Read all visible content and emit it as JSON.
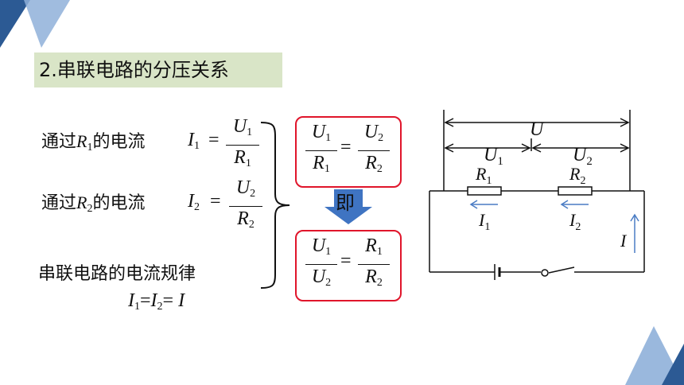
{
  "title": "2.串联电路的分压关系",
  "rows": [
    {
      "prefix": "通过",
      "var": "R",
      "sub": "1",
      "suffix": "的电流",
      "lhs_var": "I",
      "lhs_sub": "1",
      "num": "U",
      "num_sub": "1",
      "den": "R",
      "den_sub": "1"
    },
    {
      "prefix": "通过",
      "var": "R",
      "sub": "2",
      "suffix": "的电流",
      "lhs_var": "I",
      "lhs_sub": "2",
      "num": "U",
      "num_sub": "2",
      "den": "R",
      "den_sub": "2"
    }
  ],
  "law": {
    "label": "串联电路的电流规律",
    "I": "I",
    "s1": "1",
    "s2": "2",
    "eq": "=",
    "eq2": "="
  },
  "box1": {
    "l_num": "U",
    "l_num_sub": "1",
    "l_den": "R",
    "l_den_sub": "1",
    "eq": "=",
    "r_num": "U",
    "r_num_sub": "2",
    "r_den": "R",
    "r_den_sub": "2"
  },
  "arrow_label": "即",
  "box2": {
    "l_num": "U",
    "l_num_sub": "1",
    "l_den": "U",
    "l_den_sub": "2",
    "eq": "=",
    "r_num": "R",
    "r_num_sub": "1",
    "r_den": "R",
    "r_den_sub": "2"
  },
  "circuit": {
    "U": "U",
    "U1": "U",
    "U1_sub": "1",
    "U2": "U",
    "U2_sub": "2",
    "R1": "R",
    "R1_sub": "1",
    "R2": "R",
    "R2_sub": "2",
    "I1": "I",
    "I1_sub": "1",
    "I2": "I",
    "I2_sub": "2",
    "I": "I"
  },
  "colors": {
    "box_border": "#e0152b",
    "title_bg": "#d9e5c7",
    "arrow": "#3f74c2",
    "current_arrow": "#4a7cc4",
    "deco_dark": "#2c5a94",
    "deco_light": "#8fb0d9"
  }
}
